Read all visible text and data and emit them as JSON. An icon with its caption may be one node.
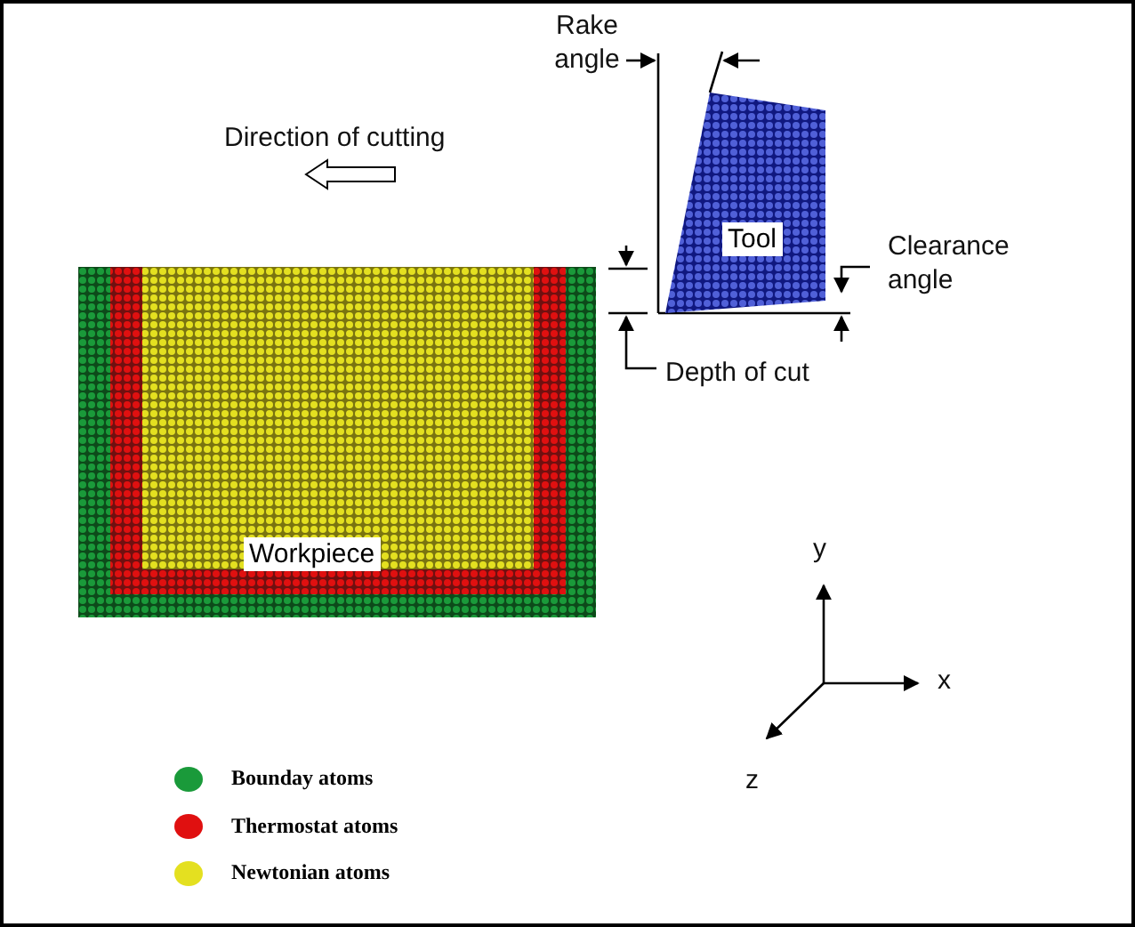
{
  "diagram": {
    "nodes": [
      {
        "text": [
          "Tool"
        ]
      },
      {
        "text": [
          "Workpiece"
        ]
      }
    ],
    "labels": [
      "Rake angle",
      "Direction of cutting",
      "Clearance angle",
      "Depth of cut",
      "y",
      "x",
      "z"
    ],
    "legend": [
      {
        "text": "Bounday atoms",
        "color": "#1a9a3a"
      },
      {
        "text": "Thermostat atoms",
        "color": "#e01010"
      },
      {
        "text": "Newtonian atoms",
        "color": "#e4e020"
      }
    ]
  }
}
